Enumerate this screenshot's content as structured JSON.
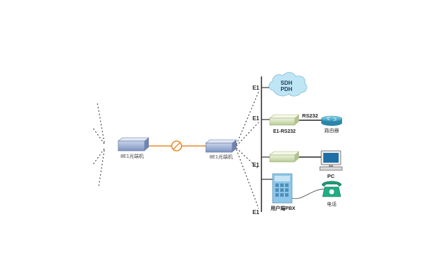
{
  "nodes": {
    "mux_left": "8E1光端机",
    "mux_right": "8E1光端机",
    "cloud_line1": "SDH",
    "cloud_line2": "PDH",
    "converter": "E1-RS232",
    "rs232": "RS232",
    "router": "路由器",
    "pc": "PC",
    "phone": "电话",
    "pbx": "用户端PBX"
  },
  "e1_labels": [
    "E1",
    "E1",
    "E1",
    "E1"
  ],
  "colors": {
    "fiber": "#e8892a",
    "device_blue": "#8fa3c8",
    "device_green": "#d3e1b4",
    "cloud": "#bfe6f5",
    "router": "#3fa7c6",
    "pbx": "#8ec7e8",
    "phone": "#1a9a76",
    "pc_screen": "#1d6fa5",
    "line": "#3a3a3a"
  }
}
